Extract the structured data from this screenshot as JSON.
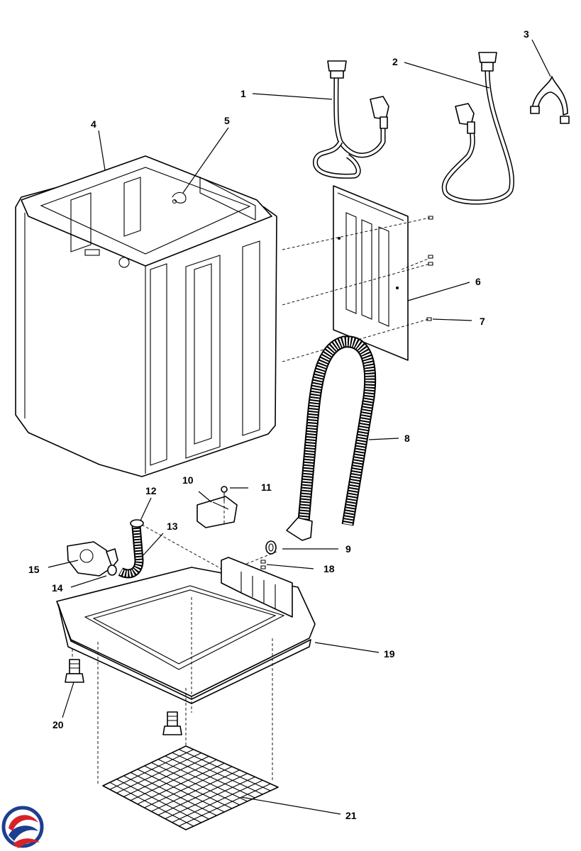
{
  "callouts": [
    "1",
    "2",
    "3",
    "4",
    "5",
    "6",
    "7",
    "8",
    "9",
    "10",
    "11",
    "12",
    "13",
    "14",
    "15",
    "18",
    "19",
    "20",
    "21"
  ],
  "parts": {
    "inlet_hose_hot": "inlet-hose-1",
    "inlet_hose_cold": "inlet-hose-2",
    "hose_hook": "hose-hook-3",
    "cabinet": "cabinet-4",
    "clip": "clip-5",
    "back_panel": "back-panel-6",
    "screw_panel": "screw-7",
    "drain_hose": "drain-hose-8",
    "drain_clamp": "clamp-9",
    "cover": "cover-10",
    "screw_cover": "screw-11",
    "hose_clamp": "clamp-12",
    "pump_hose": "pump-hose-13",
    "pump_clamp": "clamp-14",
    "drain_pump": "drain-pump-15",
    "screw_base": "screw-18",
    "base_frame": "base-frame-19",
    "foot": "foot-20",
    "base_grid": "base-grid-21"
  },
  "logo": {
    "name": "brand-logo",
    "colors": [
      "#1e3f8f",
      "#d6232a"
    ]
  }
}
